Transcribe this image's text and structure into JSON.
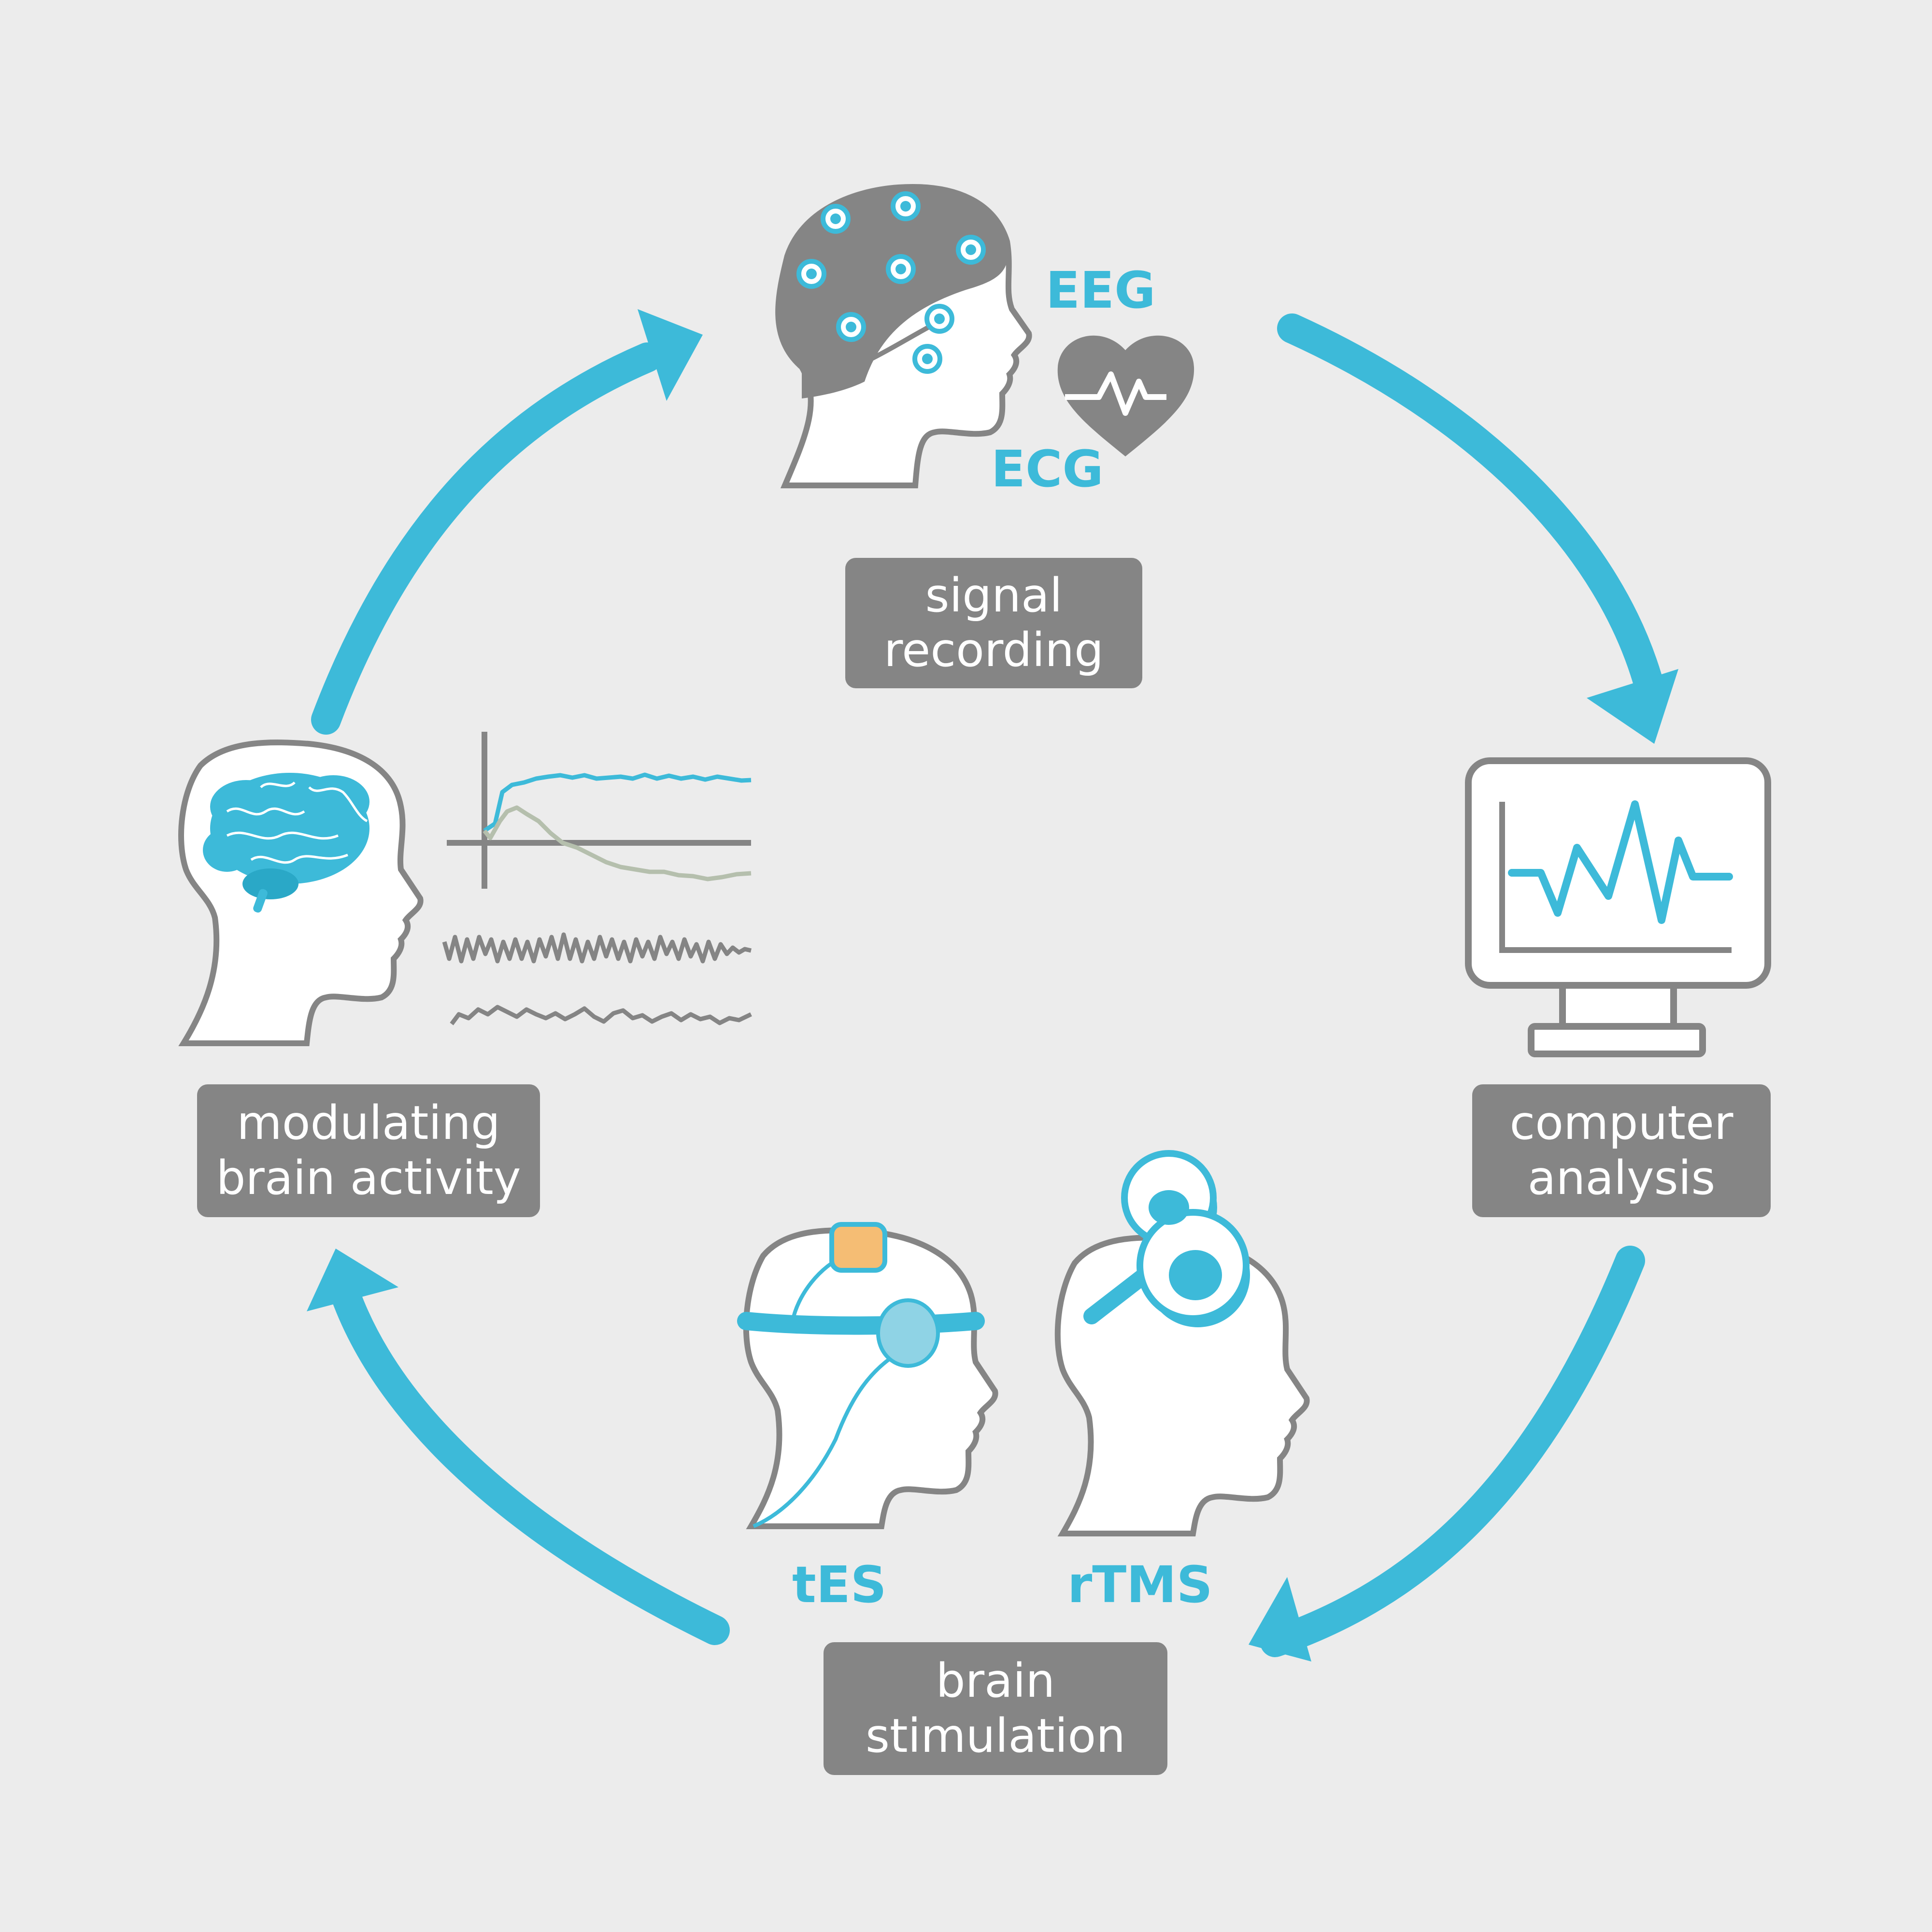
{
  "colors": {
    "background": "#ececec",
    "accent": "#3dbad9",
    "outline": "#858585",
    "head_fill": "#ffffff",
    "label_box": "#858585",
    "electrode_pad": "#f5bd74",
    "trace_muted": "#b5bfad"
  },
  "stages": {
    "signal_recording": {
      "line1": "signal",
      "line2": "recording"
    },
    "computer_analysis": {
      "line1": "computer",
      "line2": "analysis"
    },
    "brain_stimulation": {
      "line1": "brain",
      "line2": "stimulation"
    },
    "modulating_activity": {
      "line1": "modulating",
      "line2": "brain activity"
    }
  },
  "tags": {
    "eeg": "EEG",
    "ecg": "ECG",
    "tes": "tES",
    "rtms": "rTMS"
  },
  "icons": {
    "recording": [
      "eeg-cap-head-icon",
      "heart-ecg-icon"
    ],
    "analysis": [
      "monitor-waveform-icon"
    ],
    "stimulation": [
      "tes-head-icon",
      "rtms-head-icon"
    ],
    "modulation": [
      "brain-head-icon",
      "signal-traces-icon"
    ]
  }
}
